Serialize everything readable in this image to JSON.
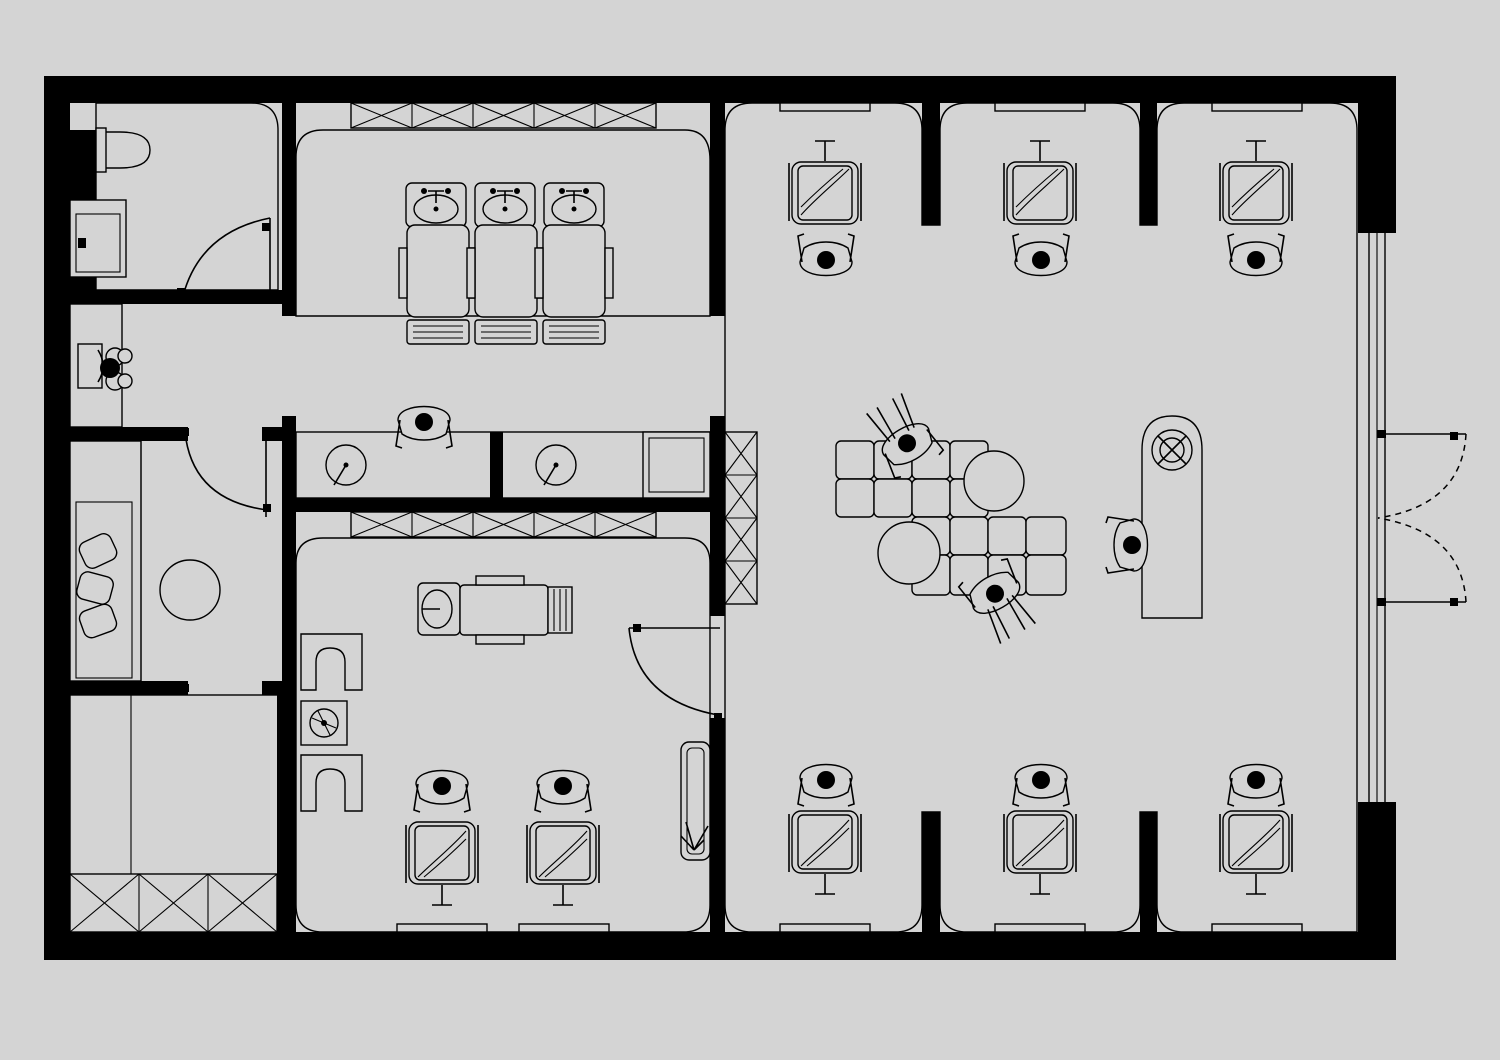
{
  "colors": {
    "background": "#d4d4d4",
    "wall": "#000000",
    "line": "#000000"
  },
  "symbols": {
    "styling_stations": 8,
    "wash_units": 3,
    "waiting_seats": 3
  }
}
